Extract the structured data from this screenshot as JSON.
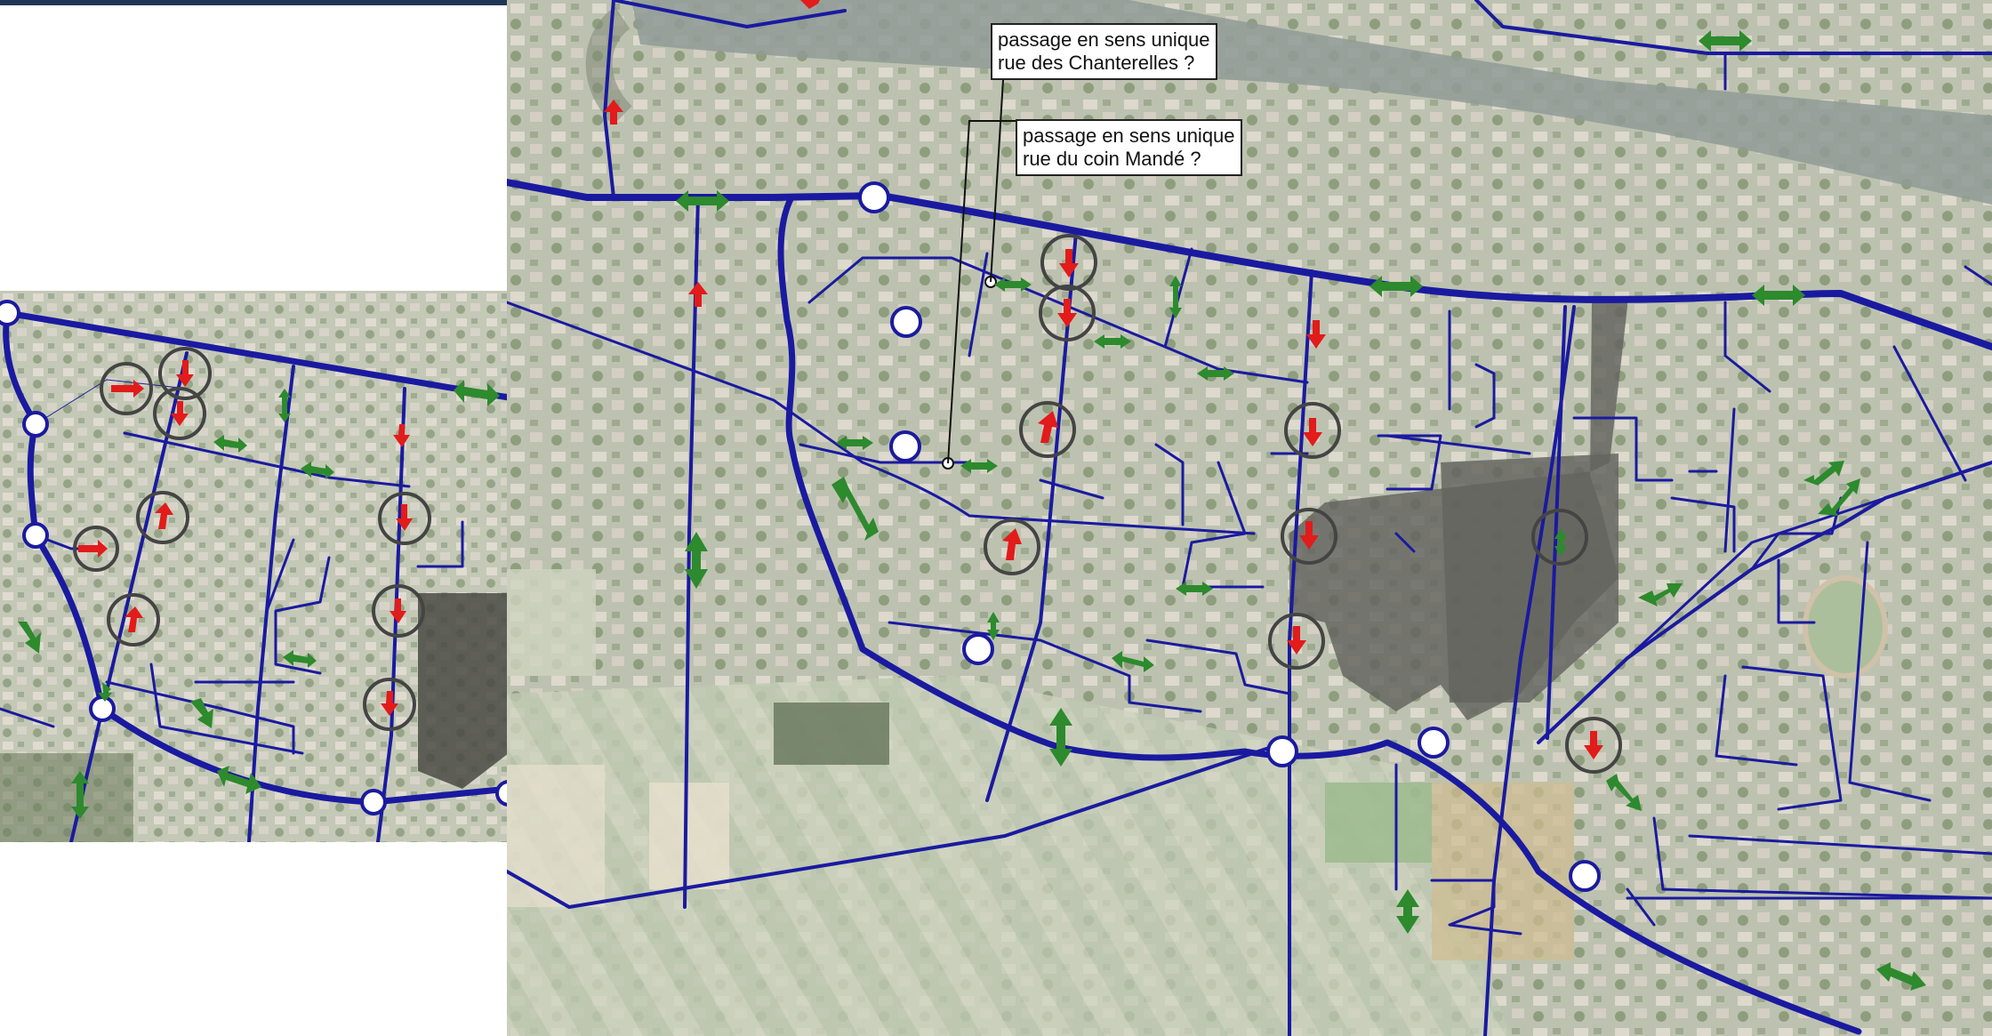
{
  "callouts": [
    {
      "line1": "passage en sens unique",
      "line2": "rue des Chanterelles ?"
    },
    {
      "line1": "passage en sens unique",
      "line2": "rue du coin Mandé ?"
    }
  ],
  "legend_colors": {
    "road": "#1a1aa0",
    "two_way_arrow": "#2d8a2d",
    "one_way_arrow": "#e21b1b",
    "roundabout_fill": "#ffffff",
    "highlight_circle": "#444444",
    "aerial_base": "#a9b59a",
    "shaded_zone": "#4a4a44"
  },
  "icons": {
    "two_way": "double-arrow-icon",
    "one_way": "single-arrow-icon",
    "roundabout": "roundabout-circle-icon"
  }
}
